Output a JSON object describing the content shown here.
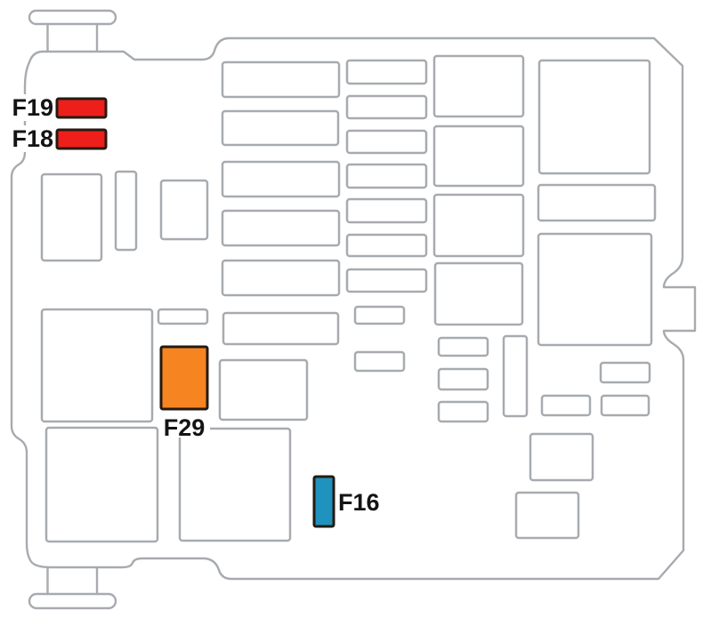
{
  "diagram_type": "fuse-box-layout",
  "fuses": [
    {
      "label": "F19",
      "color": "#ee1f1b",
      "color_name": "red"
    },
    {
      "label": "F18",
      "color": "#ee1f1b",
      "color_name": "red"
    },
    {
      "label": "F29",
      "color": "#f68420",
      "color_name": "orange"
    },
    {
      "label": "F16",
      "color": "#1f92bd",
      "color_name": "blue"
    }
  ],
  "colors": {
    "outline": "#a7abaf",
    "fuse_border": "#241a12",
    "label_text": "#141414",
    "background": "#ffffff"
  }
}
